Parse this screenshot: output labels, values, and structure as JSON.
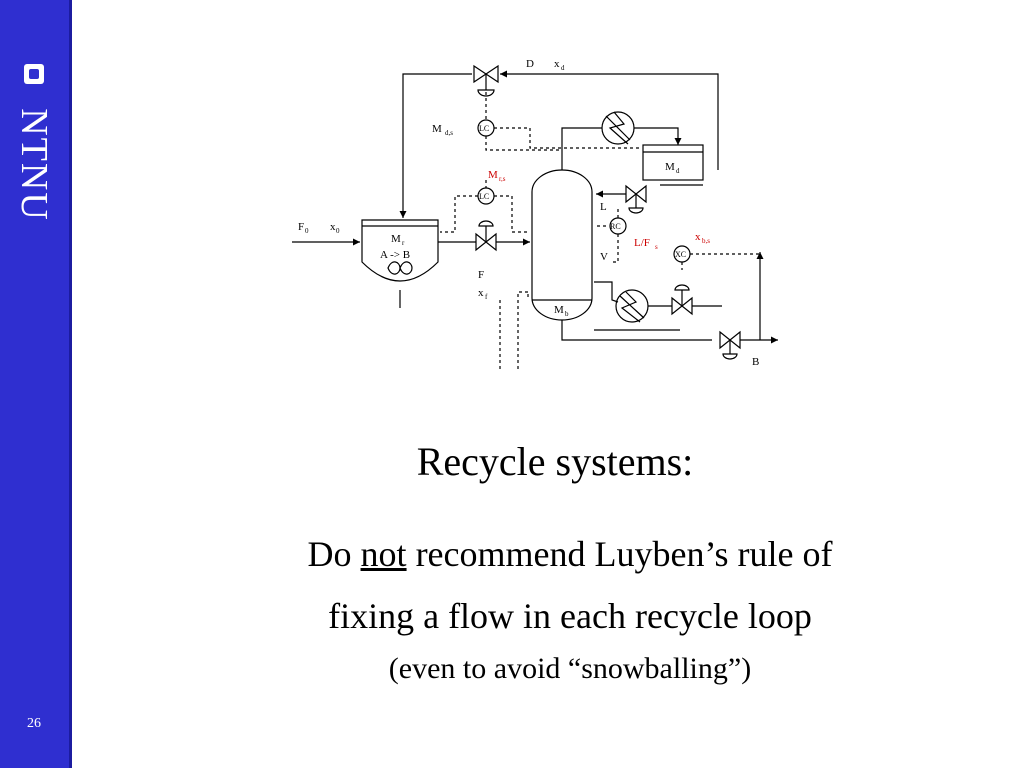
{
  "sidebar": {
    "logo_text": "NTNU",
    "slide_number": "26"
  },
  "slide": {
    "title": "Recycle systems:",
    "line1_part1": "Do ",
    "line1_emphasis": "not",
    "line1_part2": " recommend Luyben’s rule of",
    "line2": "fixing a flow in each recycle loop",
    "line3": "(even to avoid “snowballing”)"
  },
  "diagram": {
    "labels": {
      "feed_F": "F",
      "feed_sub0": "0",
      "feed_x": "x",
      "feed_x_sub0": "0",
      "distillate_D": "D",
      "distillate_x": "x",
      "distillate_x_sub": "d",
      "md_level": "M",
      "md_level_sub": "d,s",
      "lc_top": "LC",
      "mrs": "M",
      "mrs_sub": "r,s",
      "lc_mid": "LC",
      "reactor_M": "M",
      "reactor_M_sub": "r",
      "reaction": "A -> B",
      "reflux_L": "L",
      "rc": "RC",
      "ratio_L": "L/F",
      "ratio_sub": "s",
      "vapor_V": "V",
      "xbs": "x",
      "xbs_sub": "b,s",
      "xc": "XC",
      "F_label": "F",
      "xf": "x",
      "xf_sub": "f",
      "Mb": "M",
      "Mb_sub": "b",
      "Md": "M",
      "Md_sub": "d",
      "bottoms_B": "B"
    },
    "colors": {
      "ink": "#000000",
      "highlight": "#cc0000"
    }
  }
}
